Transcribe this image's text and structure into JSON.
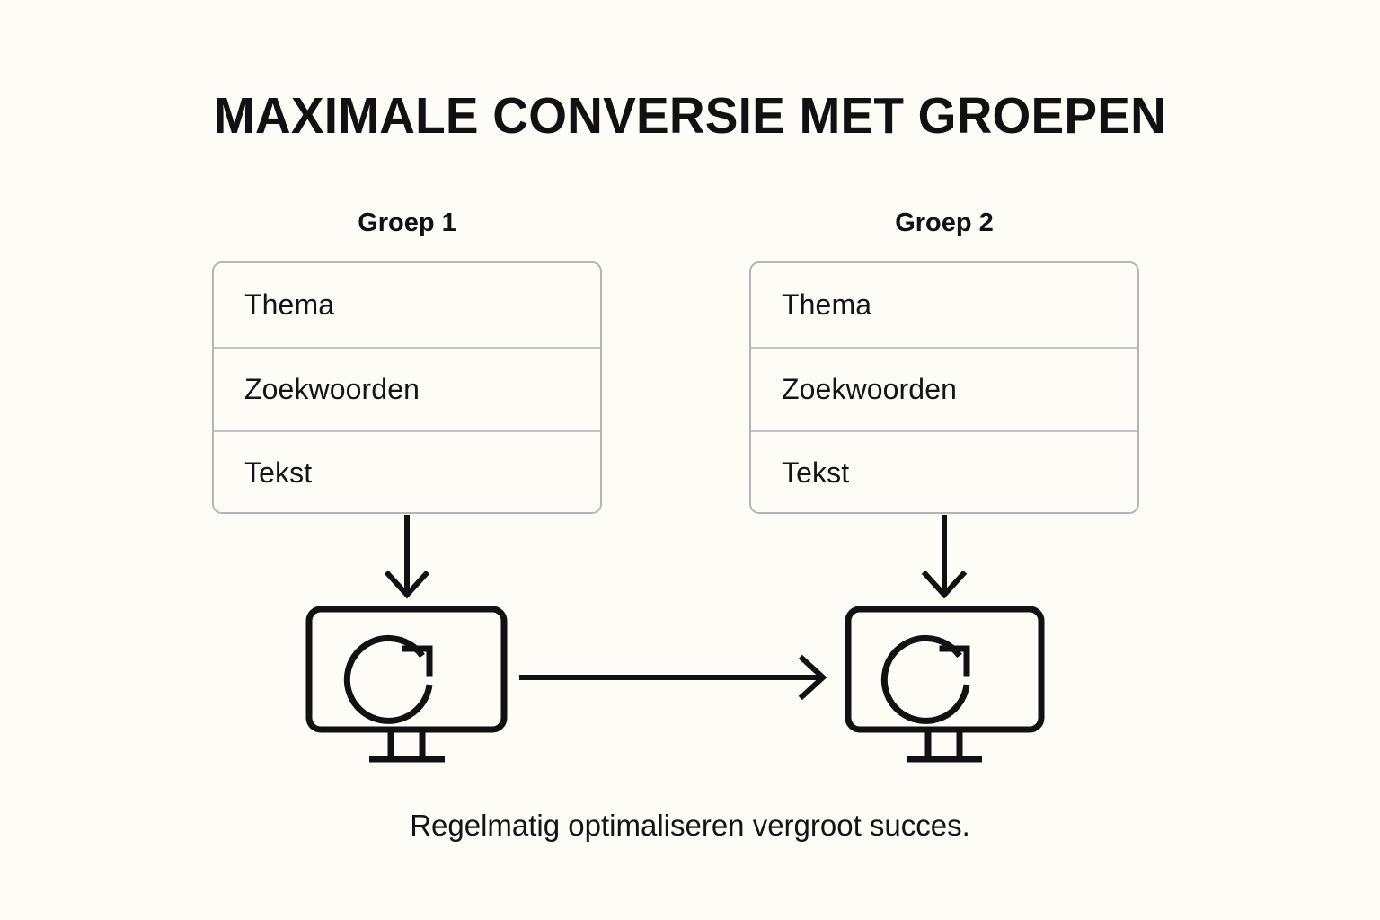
{
  "page": {
    "background_color": "#fdfcf7",
    "ink_color": "#111111",
    "border_color": "#b4b4b4",
    "divider_color": "#c2c2c2"
  },
  "title": "MAXIMALE CONVERSIE MET GROEPEN",
  "groups": [
    {
      "label": "Groep 1",
      "rows": [
        "Thema",
        "Zoekwoorden",
        "Tekst"
      ],
      "monitor_icon": "refresh-monitor-icon"
    },
    {
      "label": "Groep 2",
      "rows": [
        "Thema",
        "Zoekwoorden",
        "Tekst"
      ],
      "monitor_icon": "refresh-monitor-icon"
    }
  ],
  "connectors": {
    "down_arrow_1": "arrow-down-icon",
    "down_arrow_2": "arrow-down-icon",
    "between_groups": "arrow-right-icon"
  },
  "caption": "Regelmatig optimaliseren vergroot succes."
}
